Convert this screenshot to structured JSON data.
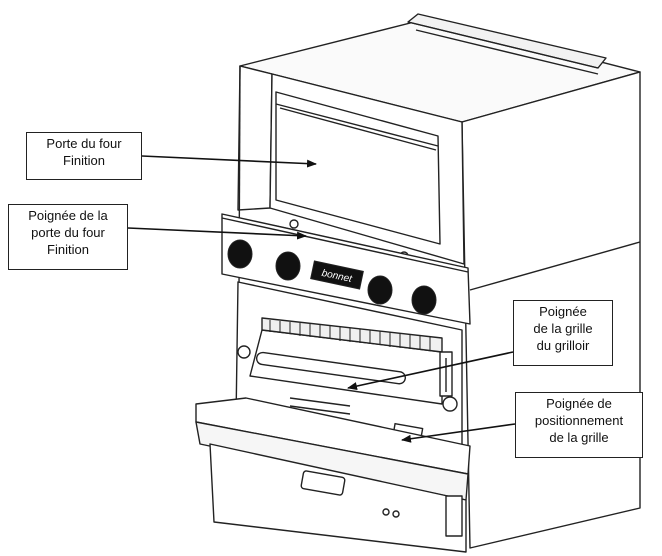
{
  "callouts": {
    "door": {
      "lines": [
        "Porte du four",
        "Finition"
      ]
    },
    "door_handle": {
      "lines": [
        "Poignée de la",
        "porte du four",
        "Finition"
      ]
    },
    "rack_handle": {
      "lines": [
        "Poignée",
        "de la grille",
        "du grilloir"
      ]
    },
    "positioning_handle": {
      "lines": [
        "Poignée de",
        "positionnement",
        "de la grille"
      ]
    }
  },
  "nameplate": {
    "brand": "bonnet"
  },
  "colors": {
    "line": "#222222",
    "background": "#ffffff",
    "knob": "#111111"
  }
}
